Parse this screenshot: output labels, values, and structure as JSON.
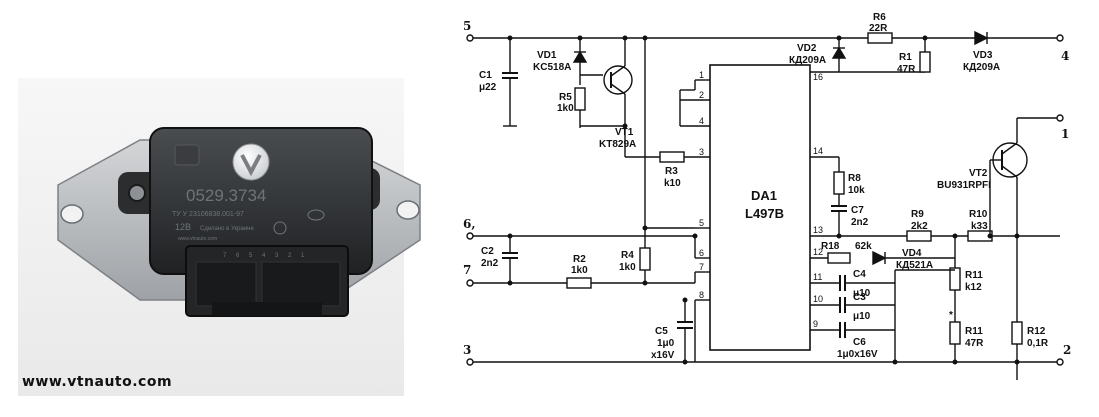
{
  "photo": {
    "module_part_number": "0529.3734",
    "module_code": "ТУ У 23106838.001-97",
    "module_voltage": "12В",
    "module_small_text_1": "Сделано в Украине",
    "module_small_text_2": "www.vtnauto.com",
    "module_pin_numbers": [
      "7",
      "6",
      "5",
      "4",
      "3",
      "2",
      "1"
    ],
    "caption": "www.vtnauto.com"
  },
  "schematic": {
    "terminals": [
      {
        "id": "t5",
        "label": "5"
      },
      {
        "id": "t4",
        "label": "4"
      },
      {
        "id": "t1",
        "label": "1"
      },
      {
        "id": "t6",
        "label": "6,"
      },
      {
        "id": "t7",
        "label": "7"
      },
      {
        "id": "t3",
        "label": "3"
      },
      {
        "id": "t2",
        "label": "2"
      }
    ],
    "ic": {
      "name": "DA1",
      "part": "L497B",
      "pins": [
        "1",
        "2",
        "3",
        "4",
        "5",
        "6",
        "7",
        "8",
        "9",
        "10",
        "11",
        "12",
        "13",
        "14",
        "16"
      ]
    },
    "components": {
      "c1": [
        "C1",
        "μ22"
      ],
      "vd1": [
        "VD1",
        "KC518A"
      ],
      "r5": [
        "R5",
        "1k0"
      ],
      "vt1": [
        "VT1",
        "KT829A"
      ],
      "r3": [
        "R3",
        "k10"
      ],
      "c2": [
        "C2",
        "2n2"
      ],
      "r2": [
        "R2",
        "1k0"
      ],
      "r4": [
        "R4",
        "1k0"
      ],
      "c5": [
        "C5",
        "1μ0",
        "x16V"
      ],
      "r6": [
        "R6",
        "22R"
      ],
      "vd2": [
        "VD2",
        "КД209А"
      ],
      "r1": [
        "R1",
        "47R"
      ],
      "vd3": [
        "VD3",
        "КД209А"
      ],
      "r8": [
        "R8",
        "10k"
      ],
      "c7": [
        "C7",
        "2n2"
      ],
      "vt2": [
        "VT2",
        "BU931RPFI"
      ],
      "r9": [
        "R9",
        "2k2"
      ],
      "r10": [
        "R10",
        "k33"
      ],
      "r18": [
        "R18",
        "62k"
      ],
      "vd4": [
        "VD4",
        "КД521А"
      ],
      "c4": [
        "C4",
        "μ10"
      ],
      "c3": [
        "C3",
        "μ10"
      ],
      "c6": [
        "C6",
        "1μ0x16V"
      ],
      "r11a": [
        "R11",
        "k12"
      ],
      "r11b": [
        "R11",
        "47R"
      ],
      "r12": [
        "R12",
        "0,1R"
      ],
      "star": "*"
    }
  }
}
